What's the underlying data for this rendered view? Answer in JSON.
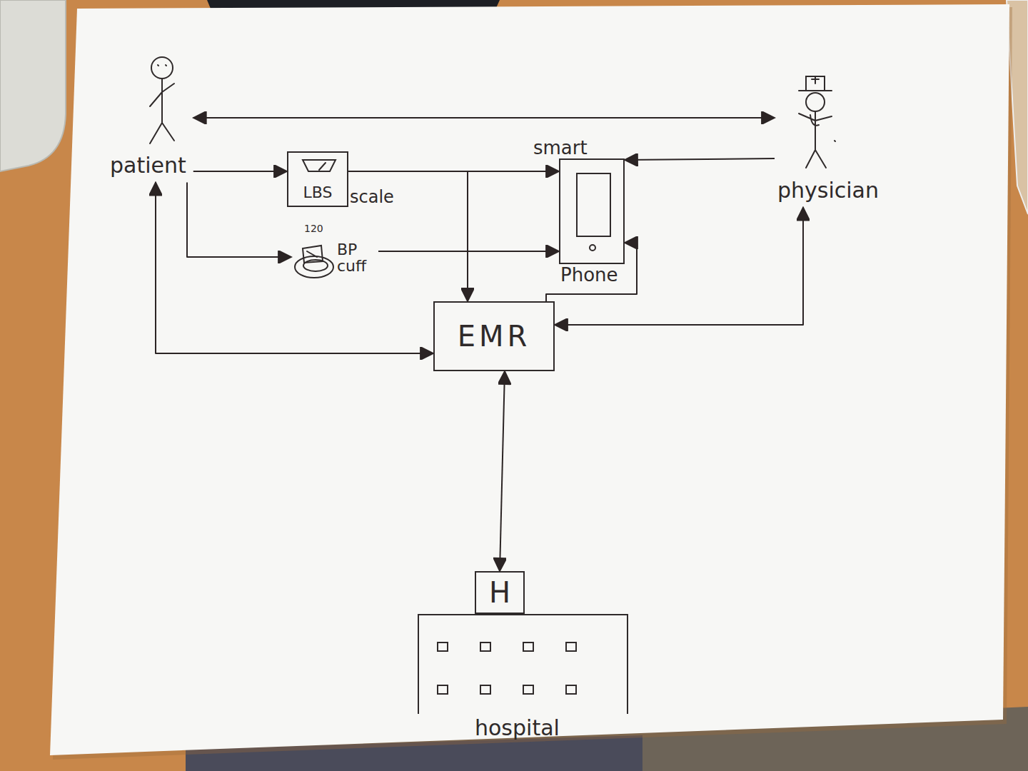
{
  "diagram": {
    "nodes": [
      {
        "text": [
          "patient"
        ]
      },
      {
        "text": [
          "LBS",
          "scale"
        ]
      },
      {
        "text": [
          "BP cuff"
        ]
      },
      {
        "text": [
          "smart",
          "Phone"
        ]
      },
      {
        "text": [
          "physician"
        ]
      },
      {
        "text": [
          "EMR"
        ]
      },
      {
        "text": [
          "H",
          "hospital"
        ]
      }
    ],
    "edges": [
      {
        "from": 0,
        "to": 4,
        "arrow": "both"
      },
      {
        "from": 0,
        "to": 1,
        "arrow": "to"
      },
      {
        "from": 0,
        "to": 2,
        "arrow": "to"
      },
      {
        "from": 1,
        "to": 3,
        "arrow": "to"
      },
      {
        "from": 1,
        "to": 5,
        "arrow": "to"
      },
      {
        "from": 2,
        "to": 3,
        "arrow": "to"
      },
      {
        "from": 4,
        "to": 3,
        "arrow": "to"
      },
      {
        "from": 5,
        "to": 3,
        "arrow": "to"
      },
      {
        "from": 0,
        "to": 5,
        "arrow": "both"
      },
      {
        "from": 4,
        "to": 5,
        "arrow": "both"
      },
      {
        "from": 5,
        "to": 6,
        "arrow": "both"
      }
    ],
    "labels": [
      "120"
    ]
  }
}
